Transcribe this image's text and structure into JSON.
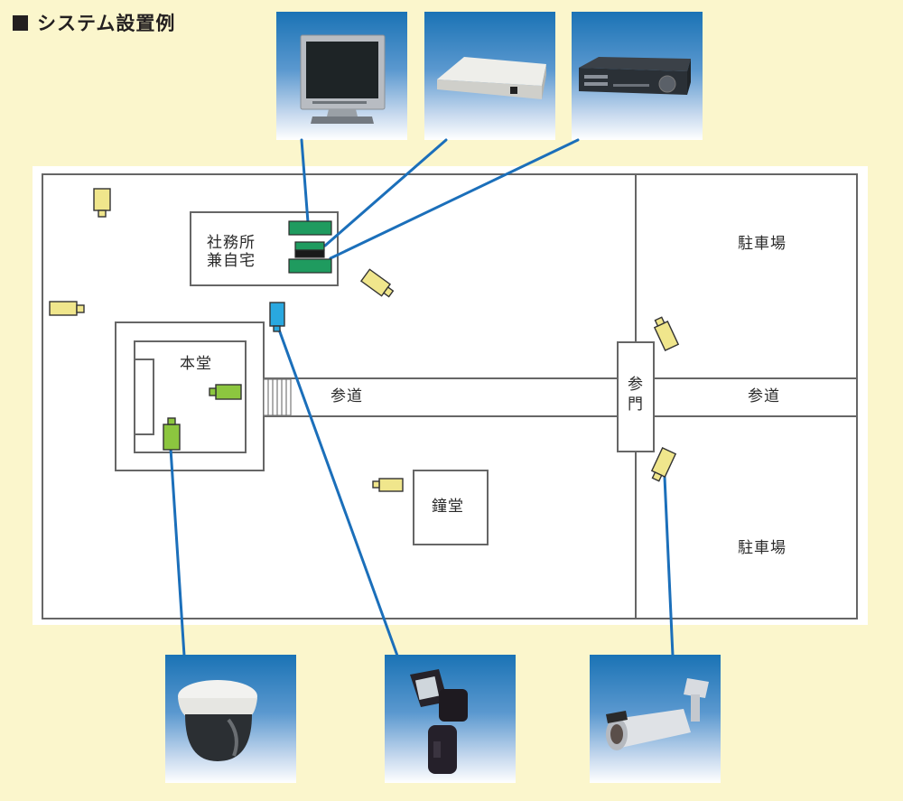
{
  "title": "システム設置例",
  "colors": {
    "background": "#fbf6cc",
    "cable": "#1b6fba",
    "camera_outdoor": "#f0e68c",
    "camera_indoor": "#8cc63f",
    "camera_sensor": "#29a8e0",
    "recorder": "#1f9b5f",
    "line": "#555555"
  },
  "equipment_top": [
    {
      "id": "monitor",
      "icon": "lcd-monitor-icon"
    },
    {
      "id": "switcher",
      "icon": "video-switcher-box-icon"
    },
    {
      "id": "recorder",
      "icon": "digital-video-recorder-icon"
    }
  ],
  "equipment_bottom": [
    {
      "id": "dome-camera",
      "icon": "dome-camera-icon"
    },
    {
      "id": "sensor-light-camera",
      "icon": "sensor-light-camera-icon"
    },
    {
      "id": "bullet-camera",
      "icon": "bullet-camera-icon"
    }
  ],
  "map": {
    "office": {
      "line1": "社務所",
      "line2": "兼自宅"
    },
    "main_hall": "本堂",
    "approach_left": "参道",
    "gate": {
      "line1": "参",
      "line2": "門"
    },
    "approach_right": "参道",
    "bell_tower": "鐘堂",
    "parking_top": "駐車場",
    "parking_bottom": "駐車場"
  }
}
